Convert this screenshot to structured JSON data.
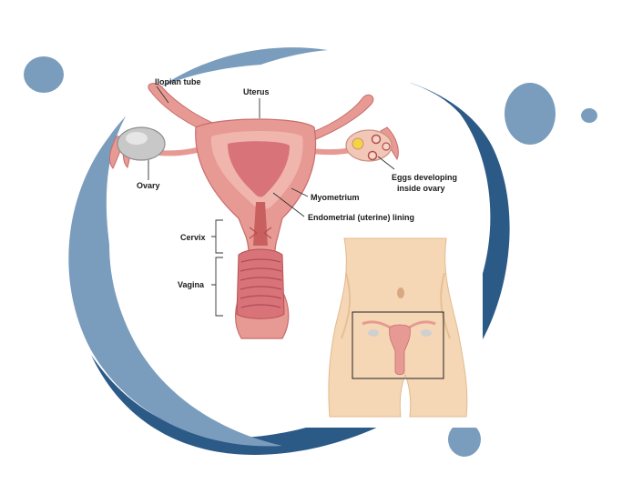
{
  "labels": {
    "fallopian_tube": "llopian tube",
    "uterus": "Uterus",
    "ovary": "Ovary",
    "eggs_line1": "Eggs developing",
    "eggs_line2": "inside ovary",
    "myometrium": "Myometrium",
    "endometrial": "Endometrial (uterine) lining",
    "cervix": "Cervix",
    "vagina": "Vagina"
  },
  "colors": {
    "frame_light": "#7b9dbd",
    "frame_dark": "#2c5a87",
    "tissue_outer": "#e79a93",
    "tissue_inner": "#d9737a",
    "lining": "#f0b5ad",
    "ovary": "#c8c8c8",
    "skin": "#f5d7b5",
    "leader": "#333333"
  }
}
